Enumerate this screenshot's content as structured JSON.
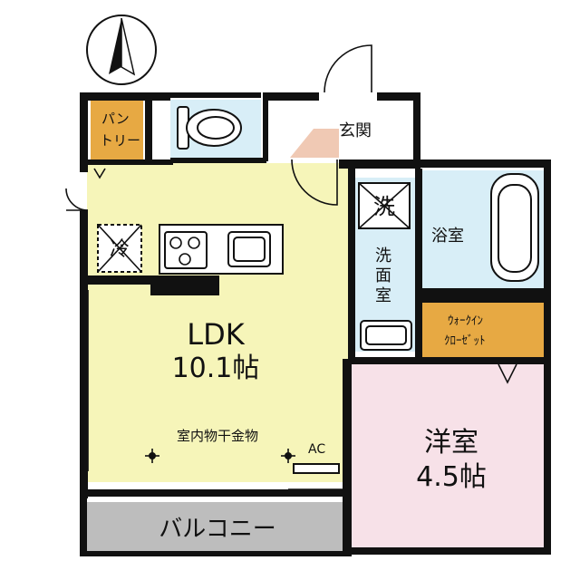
{
  "colors": {
    "ldk": "#f6f5b9",
    "western_room": "#f7e1e8",
    "water": "#d8eef7",
    "storage": "#e7a943",
    "balcony": "#bdbdbd",
    "entrance_tile": "#f0c9b4",
    "wall": "#111111"
  },
  "icons": [
    "north-arrow-icon",
    "refrigerator-icon",
    "washer-icon",
    "stove-icon",
    "sink-icon",
    "toilet-icon",
    "bathtub-icon",
    "ceiling-hook-icon"
  ],
  "labels": {
    "pantry_line1": "パン",
    "pantry_line2": "トリー",
    "entrance": "玄関",
    "bath": "浴室",
    "washroom_chars": [
      "洗",
      "面",
      "室"
    ],
    "walkin_line1": "ｳｫｰｸｲﾝ",
    "walkin_line2": "ｸﾛｰｾﾞｯﾄ",
    "ldk": "LDK",
    "ldk_size": "10.1帖",
    "drying_rack": "室内物干金物",
    "ac": "AC",
    "western": "洋室",
    "western_size": "4.5帖",
    "balcony": "バルコニー",
    "fridge_mark": "冷",
    "washer_mark": "洗"
  }
}
